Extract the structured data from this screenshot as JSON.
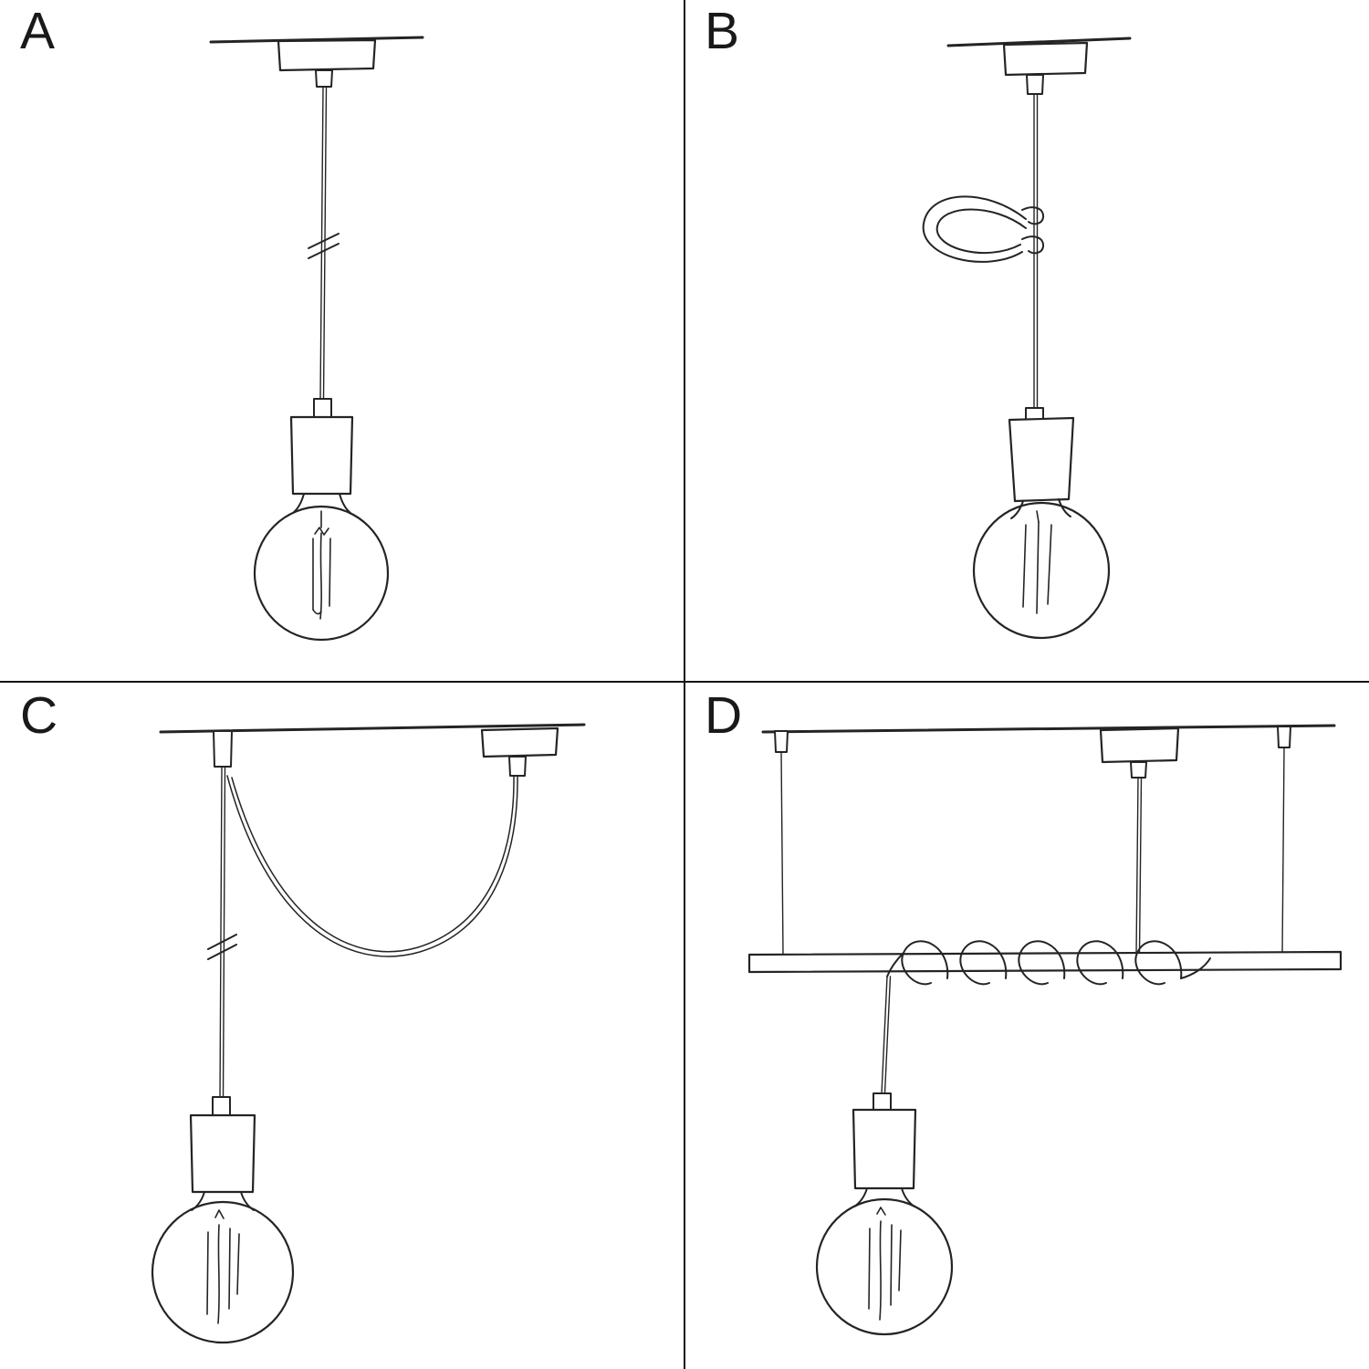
{
  "background_color": "#ffffff",
  "ink_color": "#242424",
  "divider_color": "#141414",
  "panels": [
    {
      "label": "A"
    },
    {
      "label": "B"
    },
    {
      "label": "C"
    },
    {
      "label": "D"
    }
  ]
}
